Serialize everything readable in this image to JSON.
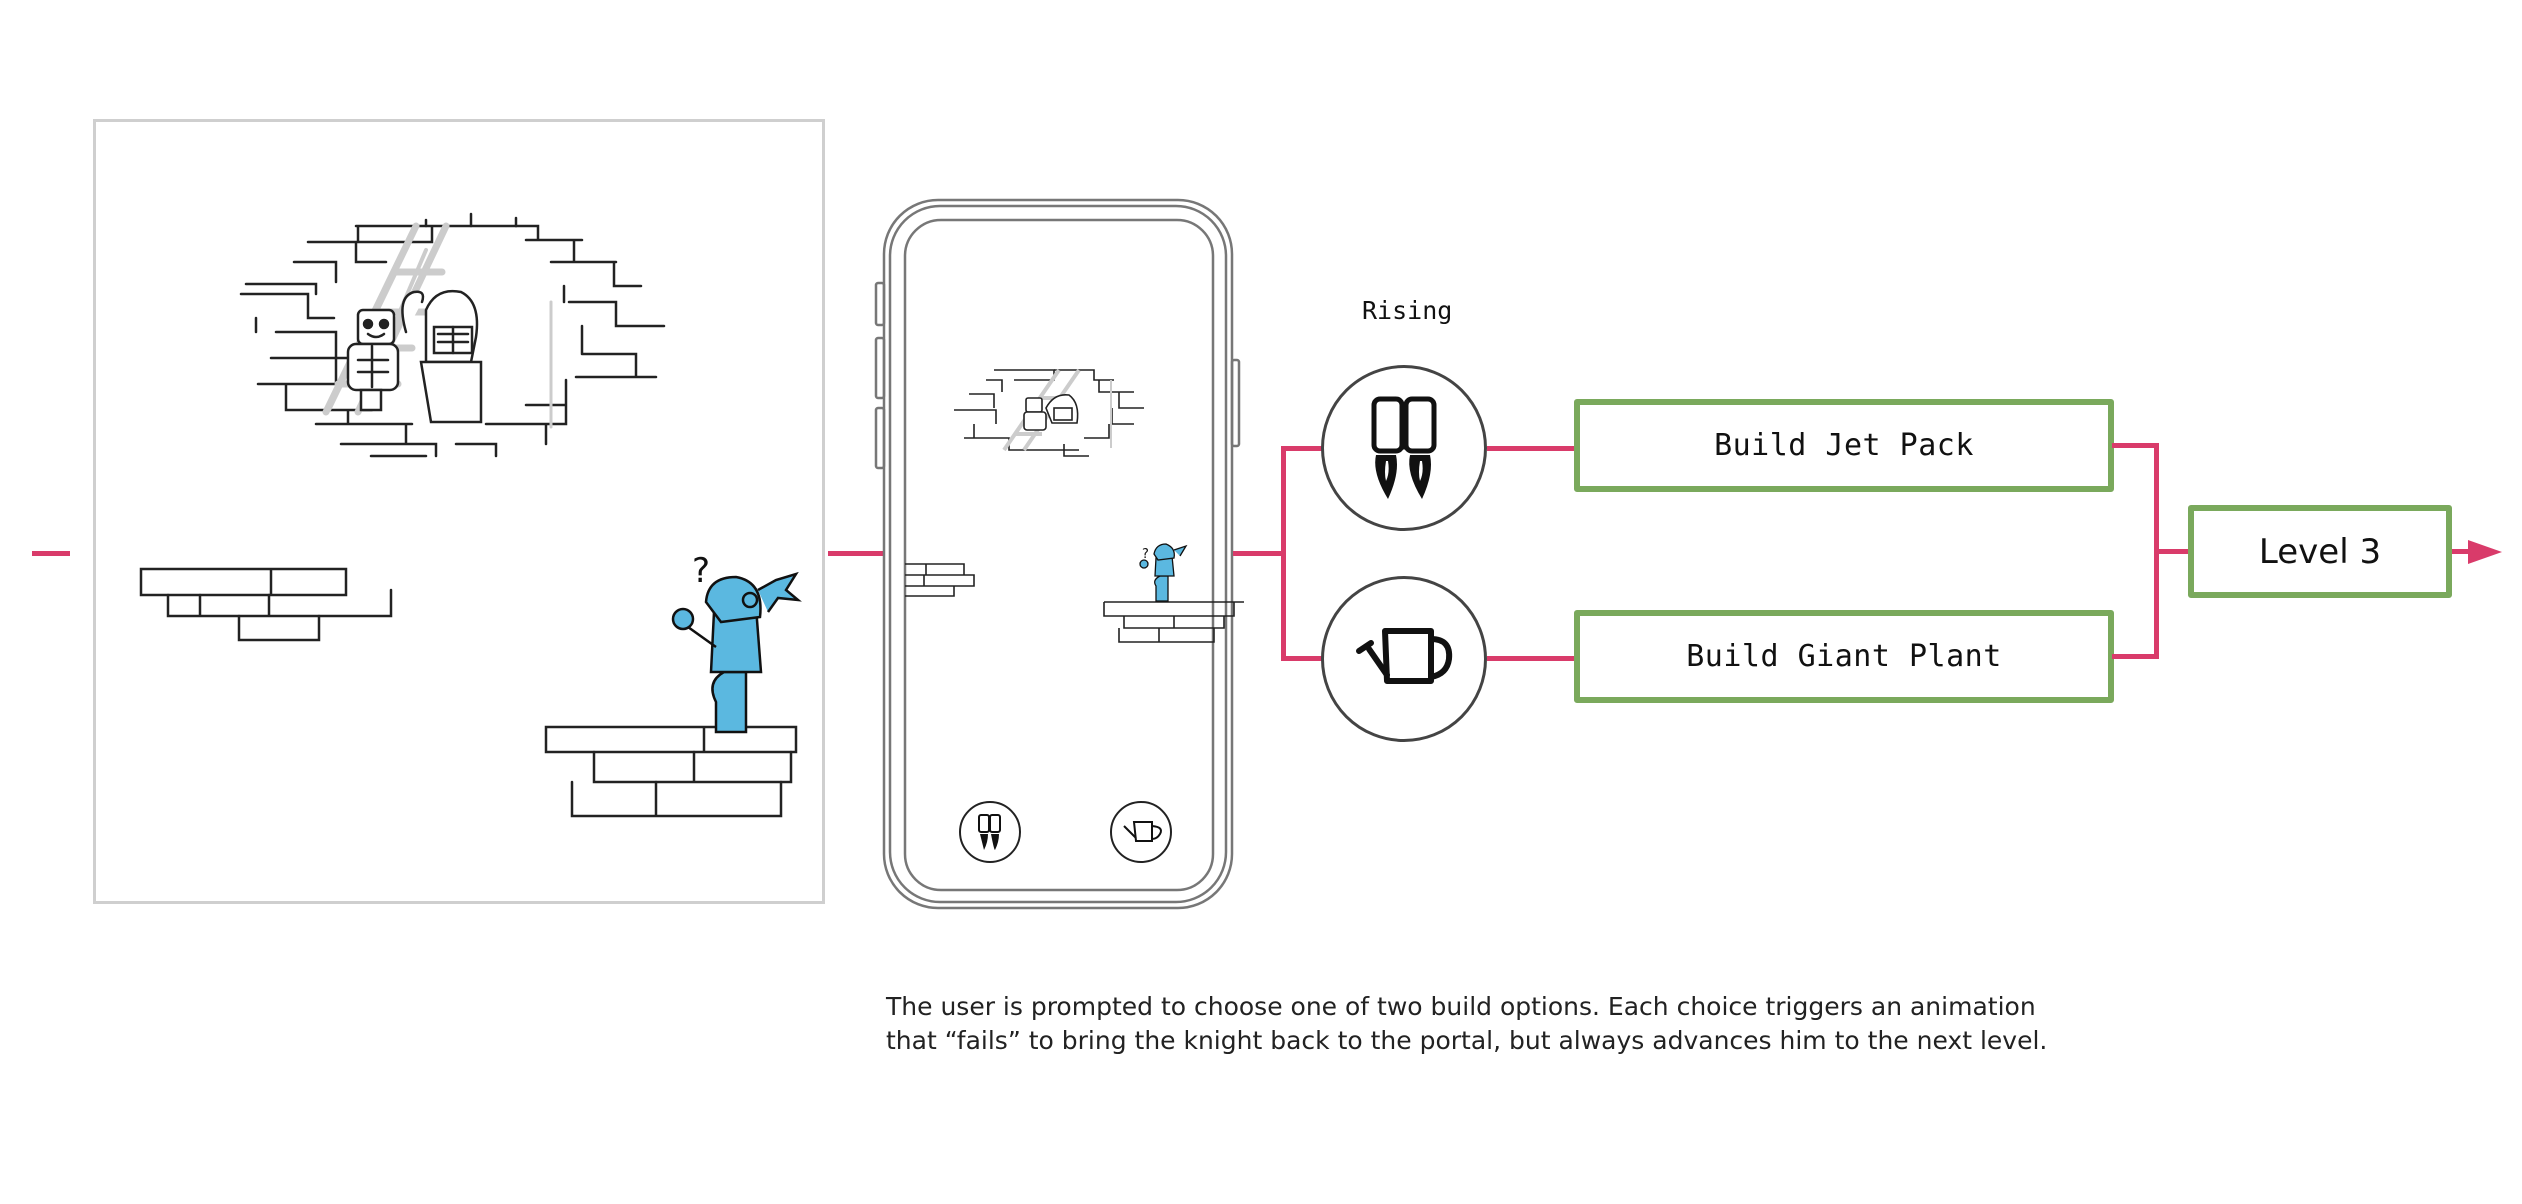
{
  "colors": {
    "connector": "#d93b6a",
    "box_border": "#7aa95c",
    "frame_border": "#cfcfcf",
    "knight": "#5bb8e0",
    "sketch_line": "#222222",
    "ladder": "#cccccc"
  },
  "storyboard_frame": {
    "scene": "knight-at-portal",
    "question_mark": "?"
  },
  "phone": {
    "scene": "knight-at-portal",
    "question_mark": "?",
    "buttons": [
      {
        "icon": "jet-pack-icon"
      },
      {
        "icon": "watering-can-icon"
      }
    ]
  },
  "flow": {
    "branch_label": "Rising",
    "options": [
      {
        "icon": "jet-pack-icon",
        "label": "Build Jet Pack"
      },
      {
        "icon": "watering-can-icon",
        "label": "Build Giant Plant"
      }
    ],
    "result": {
      "label": "Level 3"
    }
  },
  "caption": {
    "lines": [
      "The user is prompted to choose one of two build options. Each choice triggers an animation",
      "that “fails” to bring the knight back to the portal, but always advances him to the next level."
    ]
  }
}
